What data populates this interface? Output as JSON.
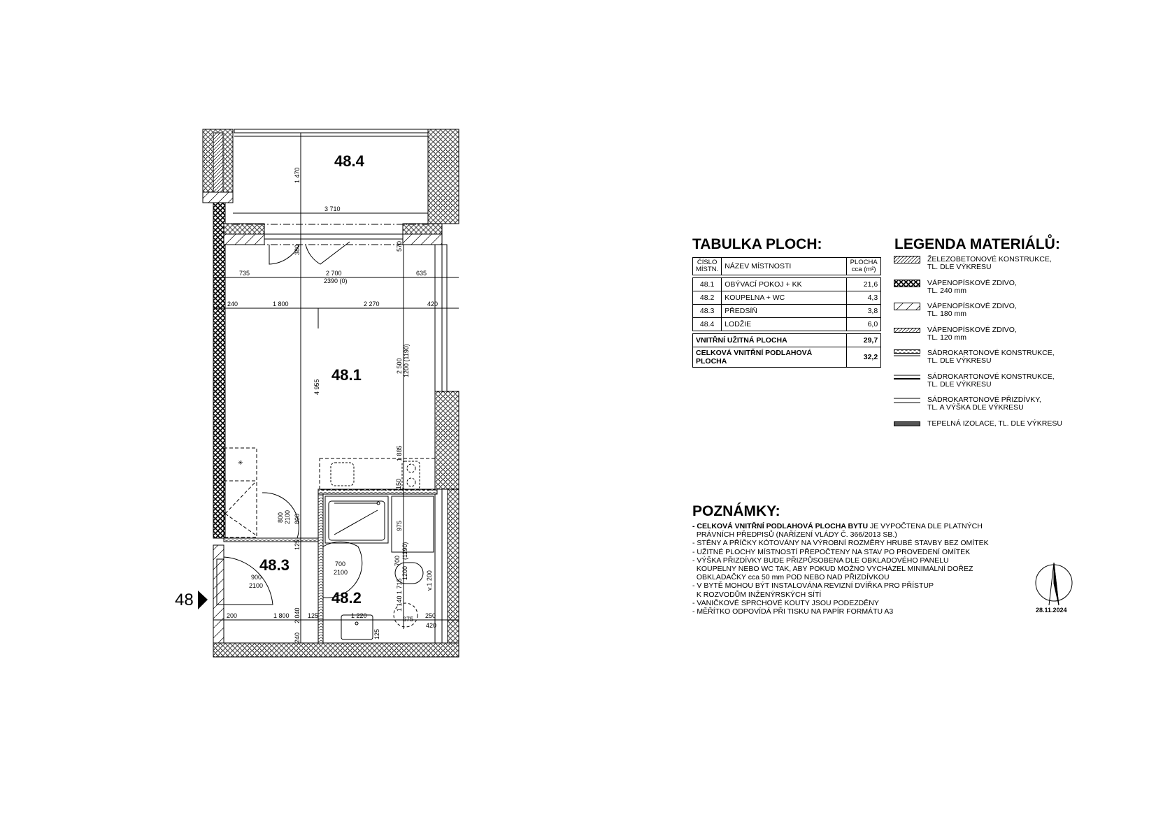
{
  "plan": {
    "rooms": {
      "r1": "48.1",
      "r2": "48.2",
      "r3": "48.3",
      "r4": "48.4"
    },
    "marker": "48",
    "dims": {
      "d1470": "1 470",
      "d3710": "3 710",
      "d380": "380",
      "d570": "570",
      "d735": "735",
      "d2700": "2 700",
      "d2390": "2390 (0)",
      "d635": "635",
      "d240": "240",
      "d1800a": "1 800",
      "d2270": "2 270",
      "d420a": "420",
      "d4955": "4 955",
      "d2500": "2 500",
      "d1200_1190": "1200 (1190)",
      "d1885": "1 885",
      "d150": "150",
      "d975": "975",
      "d800a": "800",
      "d2100a": "2100",
      "d800b": "800",
      "d125a": "125",
      "d700": "700",
      "d2100b": "2100",
      "d900": "900",
      "d2100c": "2100",
      "d2040": "2 040",
      "d1715": "1 715",
      "d700v": "700",
      "d1190": "(1190)",
      "d1200v": "1200",
      "dv1200": "v.1 200",
      "d1140": "1 140",
      "d200": "200",
      "d1800b": "1 800",
      "d125b": "125",
      "d1220": "1 220",
      "d675": "675",
      "d250": "250",
      "d420b": "420",
      "d240b": "240",
      "d125c": "125"
    }
  },
  "area_table": {
    "title": "TABULKA PLOCH:",
    "headers": {
      "num": "ČÍSLO MÍSTN.",
      "name": "NÁZEV MÍSTNOSTI",
      "area": "PLOCHA cca (m²)"
    },
    "rows": [
      {
        "num": "48.1",
        "name": "OBÝVACÍ POKOJ + KK",
        "area": "21,6"
      },
      {
        "num": "48.2",
        "name": "KOUPELNA + WC",
        "area": "4,3"
      },
      {
        "num": "48.3",
        "name": "PŘEDSÍŇ",
        "area": "3,8"
      },
      {
        "num": "48.4",
        "name": "LODŽIE",
        "area": "6,0"
      }
    ],
    "totals": [
      {
        "label": "VNITŘNÍ UŽITNÁ PLOCHA",
        "area": "29,7"
      },
      {
        "label": "CELKOVÁ VNITŘNÍ PODLAHOVÁ PLOCHA",
        "area": "32,2"
      }
    ]
  },
  "legend": {
    "title": "LEGENDA MATERIÁLŮ:",
    "items": [
      {
        "l1": "ŽELEZOBETONOVÉ KONSTRUKCE,",
        "l2": "TL. DLE VÝKRESU",
        "swatch": "diagonal-hatch"
      },
      {
        "l1": "VÁPENOPÍSKOVÉ ZDIVO,",
        "l2": "TL. 240 mm",
        "swatch": "honeycomb"
      },
      {
        "l1": "VÁPENOPÍSKOVÉ ZDIVO,",
        "l2": "TL. 180 mm",
        "swatch": "zigzag-hatch"
      },
      {
        "l1": "VÁPENOPÍSKOVÉ ZDIVO,",
        "l2": "TL. 120 mm",
        "swatch": "light-hatch"
      },
      {
        "l1": "SÁDROKARTONOVÉ KONSTRUKCE,",
        "l2": "TL. DLE VÝKRESU",
        "swatch": "drywall-insulated"
      },
      {
        "l1": "SÁDROKARTONOVÉ KONSTRUKCE,",
        "l2": "TL. DLE VÝKRESU",
        "swatch": "drywall"
      },
      {
        "l1": "SÁDROKARTONOVÉ PŘIZDÍVKY,",
        "l2": "TL. A VÝŠKA DLE VÝKRESU",
        "swatch": "double-line"
      },
      {
        "l1": "TEPELNÁ IZOLACE, TL. DLE VÝKRESU",
        "l2": "",
        "swatch": "insulation"
      }
    ]
  },
  "notes": {
    "title": "POZNÁMKY:",
    "n1_bold": "- CELKOVÁ VNITŘNÍ PODLAHOVÁ PLOCHA BYTU",
    "n1_rest": " JE VYPOČTENA DLE PLATNÝCH",
    "lines": [
      "  PRÁVNÍCH PŘEDPISŮ (NAŘÍZENÍ VLÁDY Č. 366/2013 SB.)",
      "- STĚNY A PŘÍČKY KÓTOVÁNY NA VÝROBNÍ ROZMĚRY HRUBÉ STAVBY BEZ OMÍTEK",
      "- UŽITNÉ PLOCHY MÍSTNOSTÍ PŘEPOČTENY NA STAV PO PROVEDENÍ OMÍTEK",
      "- VÝŠKA PŘIZDÍVKY BUDE PŘIZPŮSOBENA DLE OBKLADOVÉHO PANELU",
      "  KOUPELNY NEBO WC TAK, ABY POKUD MOŽNO VYCHÁZEL MINIMÁLNÍ DOŘEZ",
      "  OBKLADAČKY cca 50 mm POD NEBO NAD PŘIZDÍVKOU",
      "- V BYTĚ MOHOU BÝT INSTALOVÁNA REVIZNÍ DVÍŘKA PRO PŘÍSTUP",
      "  K ROZVODŮM INŽENÝRSKÝCH SÍTÍ",
      "- VANIČKOVÉ SPRCHOVÉ KOUTY JSOU PODEZDĚNY",
      "- MĚŘÍTKO ODPOVÍDÁ PŘI TISKU NA PAPÍR FORMÁTU A3"
    ]
  },
  "date": "28.11.2024",
  "north_arrow": "north-arrow-icon"
}
